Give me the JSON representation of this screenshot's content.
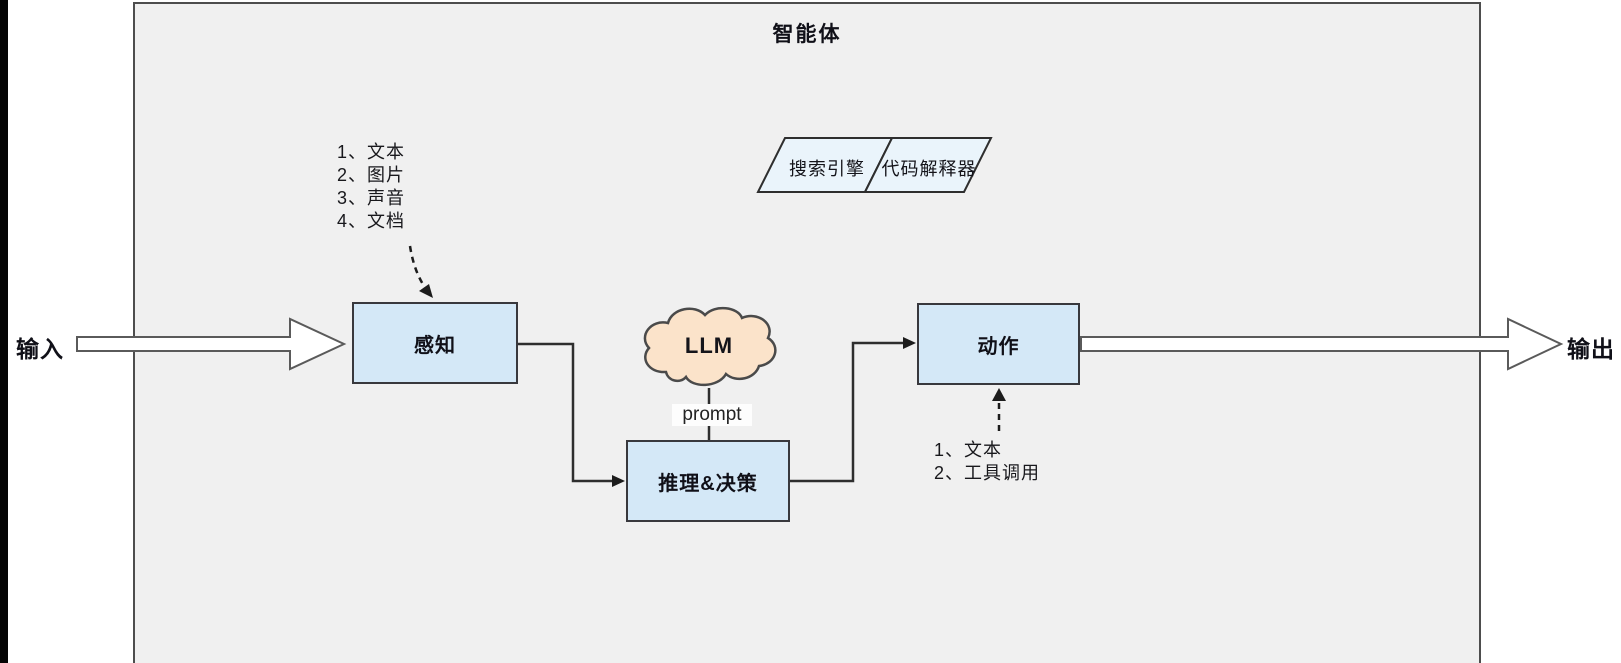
{
  "diagram": {
    "title": "智能体",
    "input_label": "输入",
    "output_label": "输出",
    "nodes": {
      "perception": "感知",
      "llm": "LLM",
      "prompt": "prompt",
      "reasoning": "推理&决策",
      "action": "动作"
    },
    "tools": {
      "search_engine": "搜索引擎",
      "code_interpreter": "代码解释器"
    },
    "perception_inputs": [
      "1、文本",
      "2、图片",
      "3、声音",
      "4、文档"
    ],
    "action_outputs": [
      "1、文本",
      "2、工具调用"
    ],
    "colors": {
      "canvas_fill": "#f0f0f0",
      "node_fill": "#d4e8f7",
      "cloud_fill": "#fbe3ca",
      "tool_fill": "#eaf4fb",
      "line": "#2e2e2e"
    }
  }
}
